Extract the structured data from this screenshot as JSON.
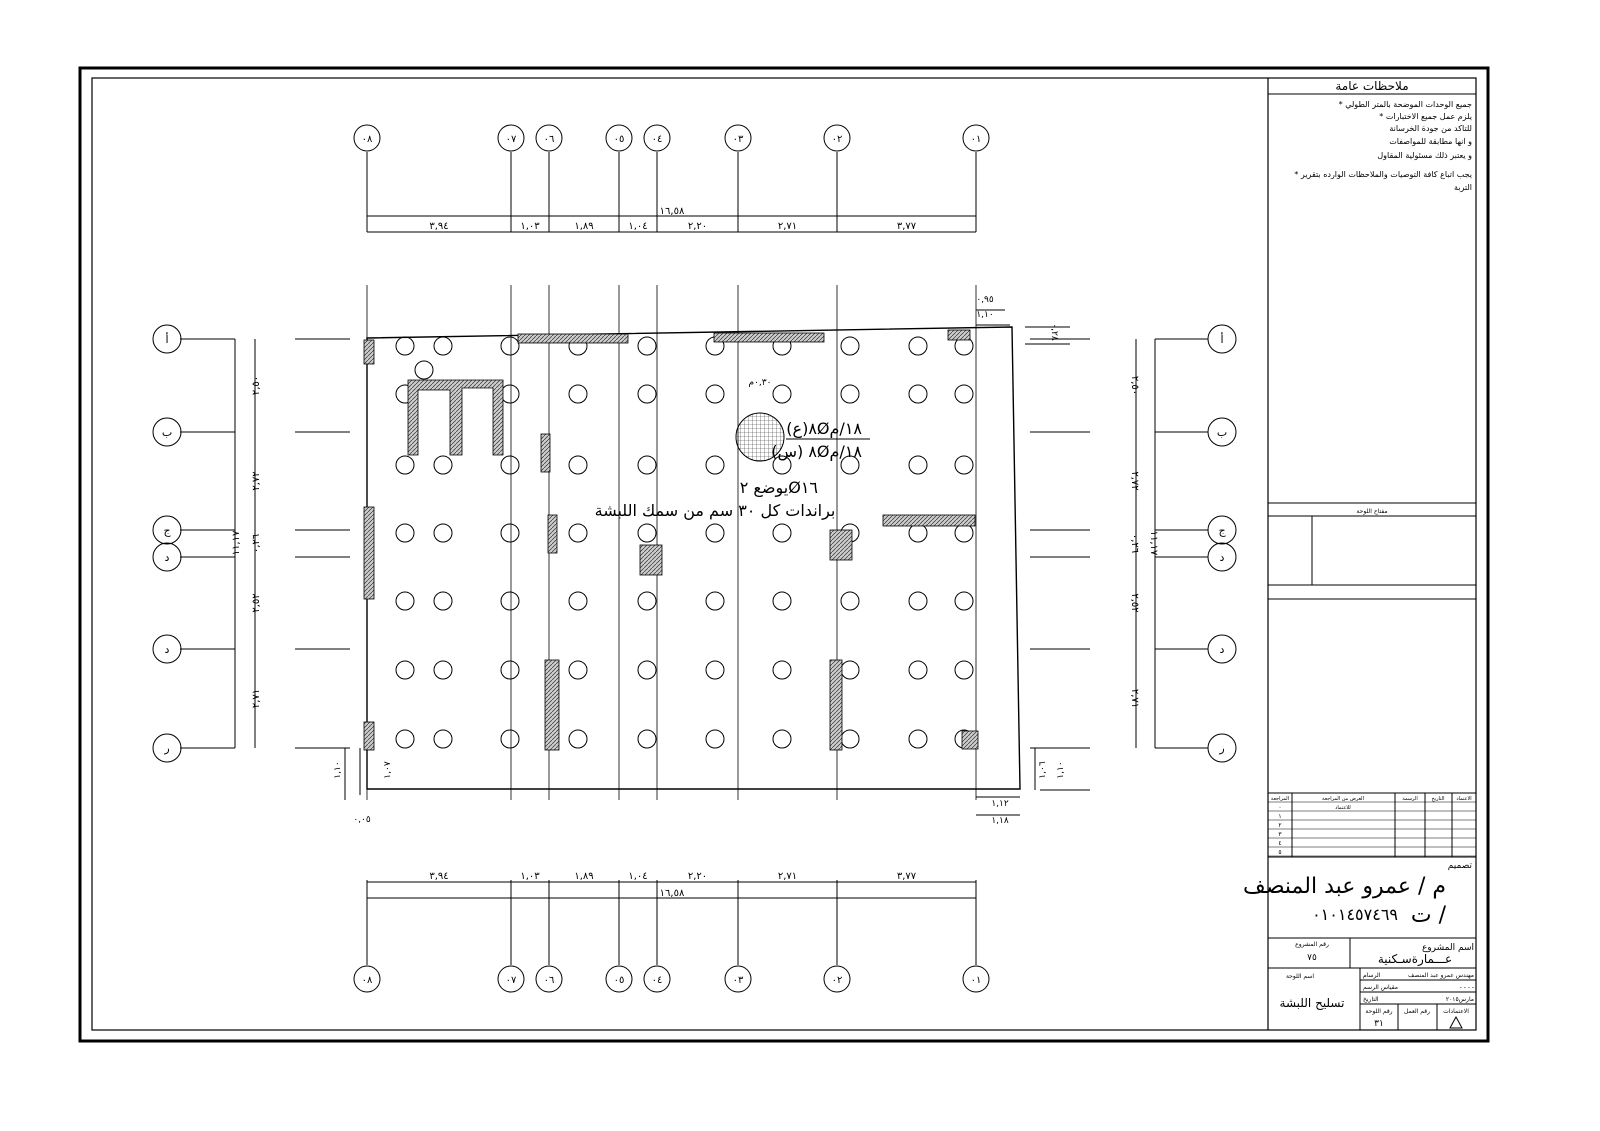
{
  "columns": [
    "٠٨",
    "٠٧",
    "٠٦",
    "٠٥",
    "٠٤",
    "٠٣",
    "٠٢",
    "٠١"
  ],
  "rows": [
    "أ",
    "ب",
    "ج",
    "د",
    "د",
    "ر"
  ],
  "dims_top": {
    "total": "١٦,٥٨",
    "segments": [
      "٣,٩٤",
      "١,٠٣",
      "١,٨٩",
      "١,٠٤",
      "٢,٢٠",
      "٢,٧١",
      "٣,٧٧"
    ]
  },
  "dims_bottom": {
    "total": "١٦,٥٨",
    "segments": [
      "٣,٩٤",
      "١,٠٣",
      "١,٨٩",
      "١,٠٤",
      "٢,٢٠",
      "٢,٧١",
      "٣,٧٧"
    ]
  },
  "dims_left": {
    "total": "١١,١٧",
    "segments": [
      "٢,٥٠",
      "٢,٧٢",
      "٠,٢٦",
      "٢,٥٢",
      "٢,٧١"
    ]
  },
  "dims_right": {
    "total": "١١,١٧",
    "segments": [
      "٢,٥٠",
      "٢,٧٢",
      "٠,٢٦",
      "٢,٥٢",
      "٢,٧١"
    ]
  },
  "misc_dims": {
    "top_right_a": "٠,٩٥",
    "top_right_b": "١,١٠",
    "top_right_c": "٠,٢٨",
    "bot_left_a": "١,١٠",
    "bot_left_b": "١,٠٧",
    "bot_left_c": "٠,٠٥",
    "bot_right_a": "١,١٢",
    "bot_right_b": "١,١٨",
    "bot_right_c": "١,٠٦",
    "bot_right_d": "١,١٠"
  },
  "annotations": {
    "slab_thickness": "٠,٣٠م",
    "top_rebar": "(ع)٨Ø١٨/م",
    "bottom_rebar": "(س) ٨Ø١٨/م",
    "extra_bars": "يوضع ٢Ø١٦",
    "chairs": "براندات كل ٣٠ سم من سمك اللبشة"
  },
  "notes": {
    "title": "ملاحظات عامة",
    "items": [
      "* جميع الوحدات الموضحة بالمتر الطولي",
      "* يلزم عمل جميع الاختبارات",
      "للتاكد من جودة الخرسانة",
      "و انها مطابقة للمواصفات",
      "و يعتبر ذلك مسئولية المقاول",
      "* يجب اتباع كافة التوصيات والملاحظات الوارده بتقرير",
      "التربة"
    ]
  },
  "key_plan_title": "مفتاح اللوحة",
  "revisions": {
    "headers": [
      "المراجعة",
      "الغرض من المراجعة",
      "الرسمة",
      "التاريخ",
      "الاعتماد"
    ],
    "rows": [
      [
        "٠",
        "للاعتماد"
      ],
      [
        "١",
        ""
      ],
      [
        "٢",
        ""
      ],
      [
        "٣",
        ""
      ],
      [
        "٤",
        ""
      ],
      [
        "٥",
        ""
      ]
    ]
  },
  "design": {
    "label": "تصميم",
    "engineer": "م / عمرو عبد المنصف",
    "phone_label": "ت /",
    "phone": "٠١٠١٤٥٧٤٦٩"
  },
  "project": {
    "name_label": "اسم المشروع",
    "name": "عـــمارةسـكنية",
    "number_label": "رقم المشروع",
    "number": "٧٥"
  },
  "sheet": {
    "name_label": "اسم اللوحة",
    "name": "تسليح اللبشة",
    "drawer_label": "الرسام",
    "drawer": "مهندس عمرو عبد المنصف",
    "scale_label": "مقياس الرسم",
    "scale": "- - - -",
    "date_label": "التاريخ",
    "date": "مارس٢٠١٥",
    "sheet_no_label": "رقم اللوحة",
    "sheet_no": "٣١",
    "job_no_label": "رقم العمل",
    "approval_label": "الاعتمادات"
  }
}
